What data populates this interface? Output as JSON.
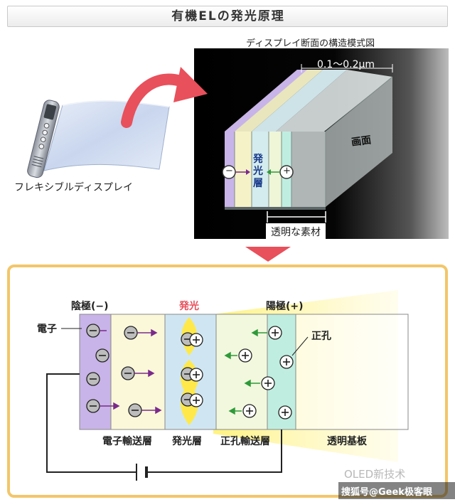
{
  "title": "有機ELの発光原理",
  "top_section": {
    "cross_section_caption": "ディスプレイ断面の構造模式図",
    "flexible_display_label": "フレキシブルディスプレイ",
    "thickness_label": "0.1〜0.2μm",
    "screen_label": "画面",
    "emission_layer_label": "発光層",
    "transparent_material_label": "透明な素材",
    "minus_symbol": "−",
    "plus_symbol": "+"
  },
  "bottom_section": {
    "cathode_label": "陰極(−)",
    "anode_label": "陽極(+)",
    "emission_label": "発光",
    "electron_label": "電子",
    "hole_label": "正孔",
    "layers": [
      "電子輸送層",
      "発光層",
      "正孔輸送層",
      "透明基板"
    ]
  },
  "watermark": {
    "brand": "OLED新技术",
    "credit": "搜狐号@Geek极客眼"
  },
  "colors": {
    "cathode": "#c8b4e8",
    "electron_transport": "#fbf8d9",
    "emission_layer": "#cfe6f2",
    "hole_transport": "#f2f8dd",
    "anode": "#bfeee0",
    "substrate": "#ffffff",
    "arrow_red": "#e8505b",
    "emission_yellow": "#ffe94a",
    "electron_arrow": "#7b2a8c",
    "hole_arrow": "#2e9a3a",
    "frame_orange": "#f2c66a"
  }
}
